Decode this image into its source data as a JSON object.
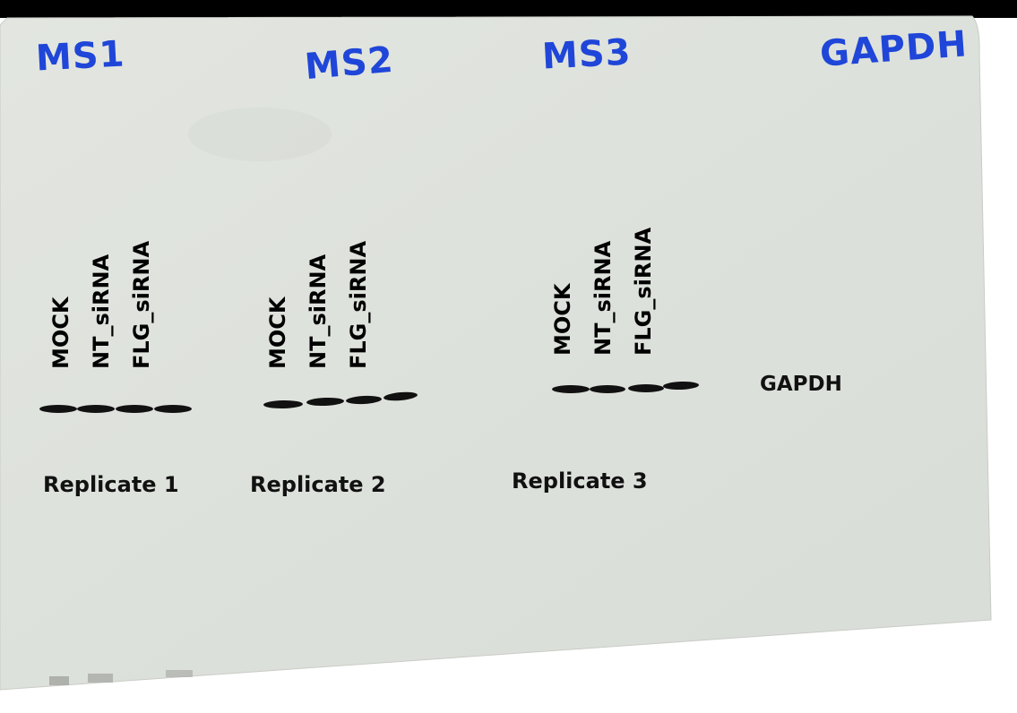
{
  "handwritten_labels": [
    "MS1",
    "MS2",
    "MS3",
    "GAPDH"
  ],
  "replicate_1": {
    "title": "Replicate 1",
    "lanes": [
      "MOCK",
      "NT_siRNA",
      "FLG_siRNA"
    ]
  },
  "replicate_2": {
    "title": "Replicate 2",
    "lanes": [
      "MOCK",
      "NT_siRNA",
      "FLG_siRNA"
    ]
  },
  "replicate_3": {
    "title": "Replicate 3",
    "lanes": [
      "MOCK",
      "NT_siRNA",
      "FLG_siRNA"
    ]
  },
  "target_label": "GAPDH",
  "colors": {
    "membrane": "#dfe3dd",
    "ink": "#1f46d8",
    "band": "#111111"
  }
}
